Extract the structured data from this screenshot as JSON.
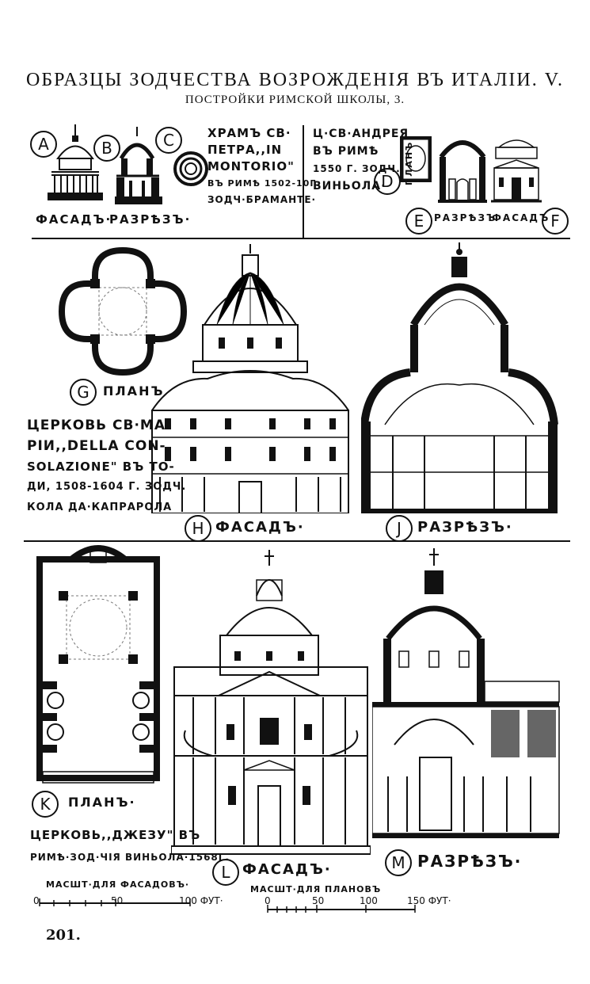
{
  "header": {
    "title": "ОБРАЗЦЫ ЗОДЧЕСТВА ВОЗРОЖДЕНІЯ ВЪ ИТАЛІИ. V.",
    "subtitle": "ПОСТРОЙКИ РИМСКОЙ ШКОЛЫ, 3."
  },
  "row1": {
    "letters": [
      "A",
      "B",
      "C",
      "D",
      "E",
      "F"
    ],
    "facade_label": "ФАСАДЪ·",
    "section_label": "РАЗРѢЗЪ·",
    "tempietto_caption": [
      "ХРАМЪ СВ·",
      "ПЕТРА,,IN",
      "MONTORIO\"",
      "ВЪ РИМѢ 1502-10Г.",
      "ЗОДЧ·БРАМАНТЕ·"
    ],
    "andrea_caption": [
      "Ц·СВ·АНДРЕЯ",
      "ВЪ РИМѢ",
      "1550 Г. ЗОДЧ.",
      "ВИНЬОЛА·"
    ],
    "plan_label": "ПЛАНЪ",
    "andrea_section_label": "РАЗРѢЗЪ",
    "andrea_facade_label": "ФАСАДЪ"
  },
  "row2": {
    "letters": [
      "G",
      "H",
      "J"
    ],
    "plan_label": "ПЛАНЪ",
    "caption": [
      "ЦЕРКОВЬ СВ·МА-",
      "РІИ,,DELLA CON-",
      "SOLAZIONE\" ВЪ ТО-",
      "ДИ, 1508-1604 Г. ЗОДЧ.",
      "КОЛА ДА·КАПРАРОЛА"
    ],
    "facade_label": "ФАСАДЪ·",
    "section_label": "РАЗРѢЗЪ·"
  },
  "row3": {
    "letters": [
      "K",
      "L",
      "M"
    ],
    "plan_label": "ПЛАНЪ·",
    "caption": [
      "ЦЕРКОВЬ,,ДЖЕЗУ\" ВЪ",
      "РИМѢ·ЗОД·ЧІЯ ВИНЬОЛА·1568Г."
    ],
    "facade_label": "ФАСАДЪ·",
    "section_label": "РАЗРѢЗЪ·"
  },
  "scales": {
    "facade_title": "МАСШТ·ДЛЯ ФАСАДОВЪ·",
    "facade_ticks": [
      "0",
      "50",
      "100 ФУТ·"
    ],
    "plan_title": "МАСШТ·ДЛЯ ПЛАНОВЪ",
    "plan_ticks": [
      "0",
      "50",
      "100",
      "150 ФУТ·"
    ]
  },
  "page_number": "201."
}
